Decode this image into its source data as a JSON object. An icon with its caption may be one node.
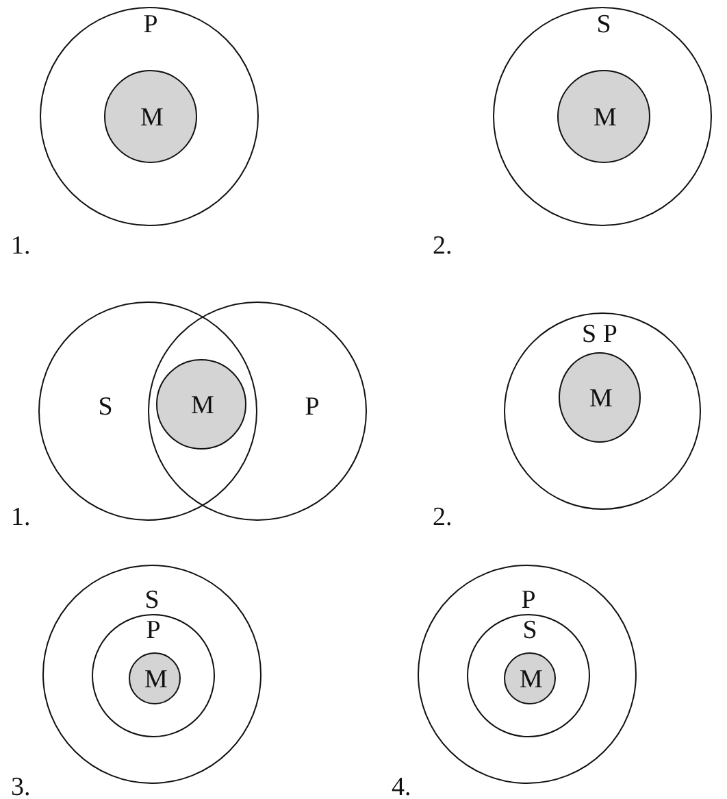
{
  "diagram": {
    "nodes": [
      {
        "text": [
          "P"
        ]
      },
      {
        "text": [
          "M"
        ],
        "in": 0
      },
      {
        "text": [
          "S"
        ]
      },
      {
        "text": [
          "M"
        ],
        "in": 2
      },
      {
        "text": [
          "S"
        ]
      },
      {
        "text": [
          "P"
        ]
      },
      {
        "text": [
          "M"
        ]
      },
      {
        "text": [
          "S P"
        ]
      },
      {
        "text": [
          "M"
        ],
        "in": 7
      },
      {
        "text": [
          "S"
        ]
      },
      {
        "text": [
          "P"
        ],
        "in": 9
      },
      {
        "text": [
          "M"
        ],
        "in": 10
      },
      {
        "text": [
          "P"
        ]
      },
      {
        "text": [
          "S"
        ],
        "in": 12
      },
      {
        "text": [
          "M"
        ],
        "in": 13
      }
    ],
    "edges": [],
    "labels": [
      "1.",
      "2.",
      "1.",
      "2.",
      "3.",
      "4."
    ]
  }
}
